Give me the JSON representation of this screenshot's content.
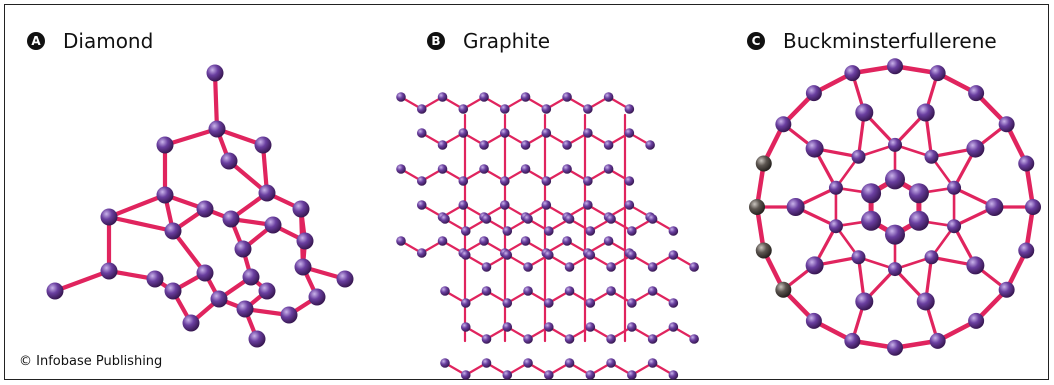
{
  "panels": [
    {
      "letter": "A",
      "title": "Diamond"
    },
    {
      "letter": "B",
      "title": "Graphite"
    },
    {
      "letter": "C",
      "title": "Buckminsterfullerene"
    }
  ],
  "credit": "© Infobase Publishing",
  "colors": {
    "bond": "#e0245e",
    "atom": "#6a3fa0",
    "atom_highlight": "#c9b3ea",
    "atom_dark": "#36164f",
    "gray_atom": "#5d5651"
  }
}
